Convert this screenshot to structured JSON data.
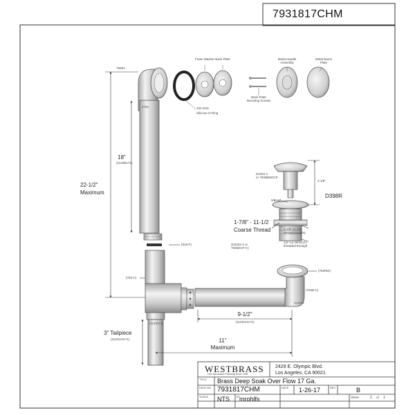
{
  "header_part_number": "7931817CHM",
  "parts": {
    "elbow": "792BJ",
    "o_ring_code": "332-3/16",
    "o_ring_name": "Silicone O-Ring",
    "tube_top_code": "173A",
    "washer_left": "(818-F)",
    "tee": "(792-C)",
    "tailpiece_code": "(1123171)",
    "overflow_tube": "(793B-C)",
    "drain_flange": "(792RW)",
    "stopper_code": "D3322-1\nor 7935BMOCP",
    "stopper_dim_mini": "5/8\"-18",
    "drain_model": "D398R",
    "drain_shell_code": "(D3322-2 or\n7935DCP-C)",
    "drain_nut_code": "1-7/8\"-11-1/2\nNPSM(Straight)",
    "drain_thread_note": "1/2\"-14 NPSC(F)\nthreaded through"
  },
  "faceplate_labels": {
    "foam_washer": "Foam Washer",
    "back_plate": "Back Plate",
    "handle": "Metal Handle\nAssembly",
    "name_plate": "Metal Name\nPlate",
    "screws": "Back Plate\nMounting Screws"
  },
  "dimensions": {
    "tube_length": "18\"",
    "tube_code": "(1123B171)",
    "overall_height": "22-1/2\"",
    "overall_height_note": "Maximum",
    "stopper_height": "2-1/8\"",
    "coarse_thread_1": "1-7/8\" - 11-1/2",
    "coarse_thread_2": "Coarse Thread",
    "horiz_length": "9-1/2\"",
    "horiz_code": "(1123121171)",
    "tailpiece_1": "3\" Tailpiece",
    "tailpiece_2": "(1123121171)",
    "overall_width": "11\"",
    "overall_width_note": "Maximum"
  },
  "title_block": {
    "brand": "WESTBRASS",
    "brand_tagline": "Fine Decorative Plumbing Since 1959",
    "address_1": "2429 E. Olympic Blvd.",
    "address_2": "Los Angeles, CA 90021",
    "title_label": "TITLE",
    "title": "Brass Deep Soak Over Flow 17 Ga.",
    "dwg_label": "DWG NO.",
    "dwg_no": "7931817CHM",
    "date_label": "DATE",
    "date": "1-26-17",
    "rev_label": "REV",
    "rev": "B",
    "scale_label": "SCALE",
    "scale": "NTS",
    "by_label": "BY",
    "by": "mrohlfs",
    "sheet_label": "Sheet",
    "sheet": "1",
    "of_label": "of",
    "of": "1"
  }
}
